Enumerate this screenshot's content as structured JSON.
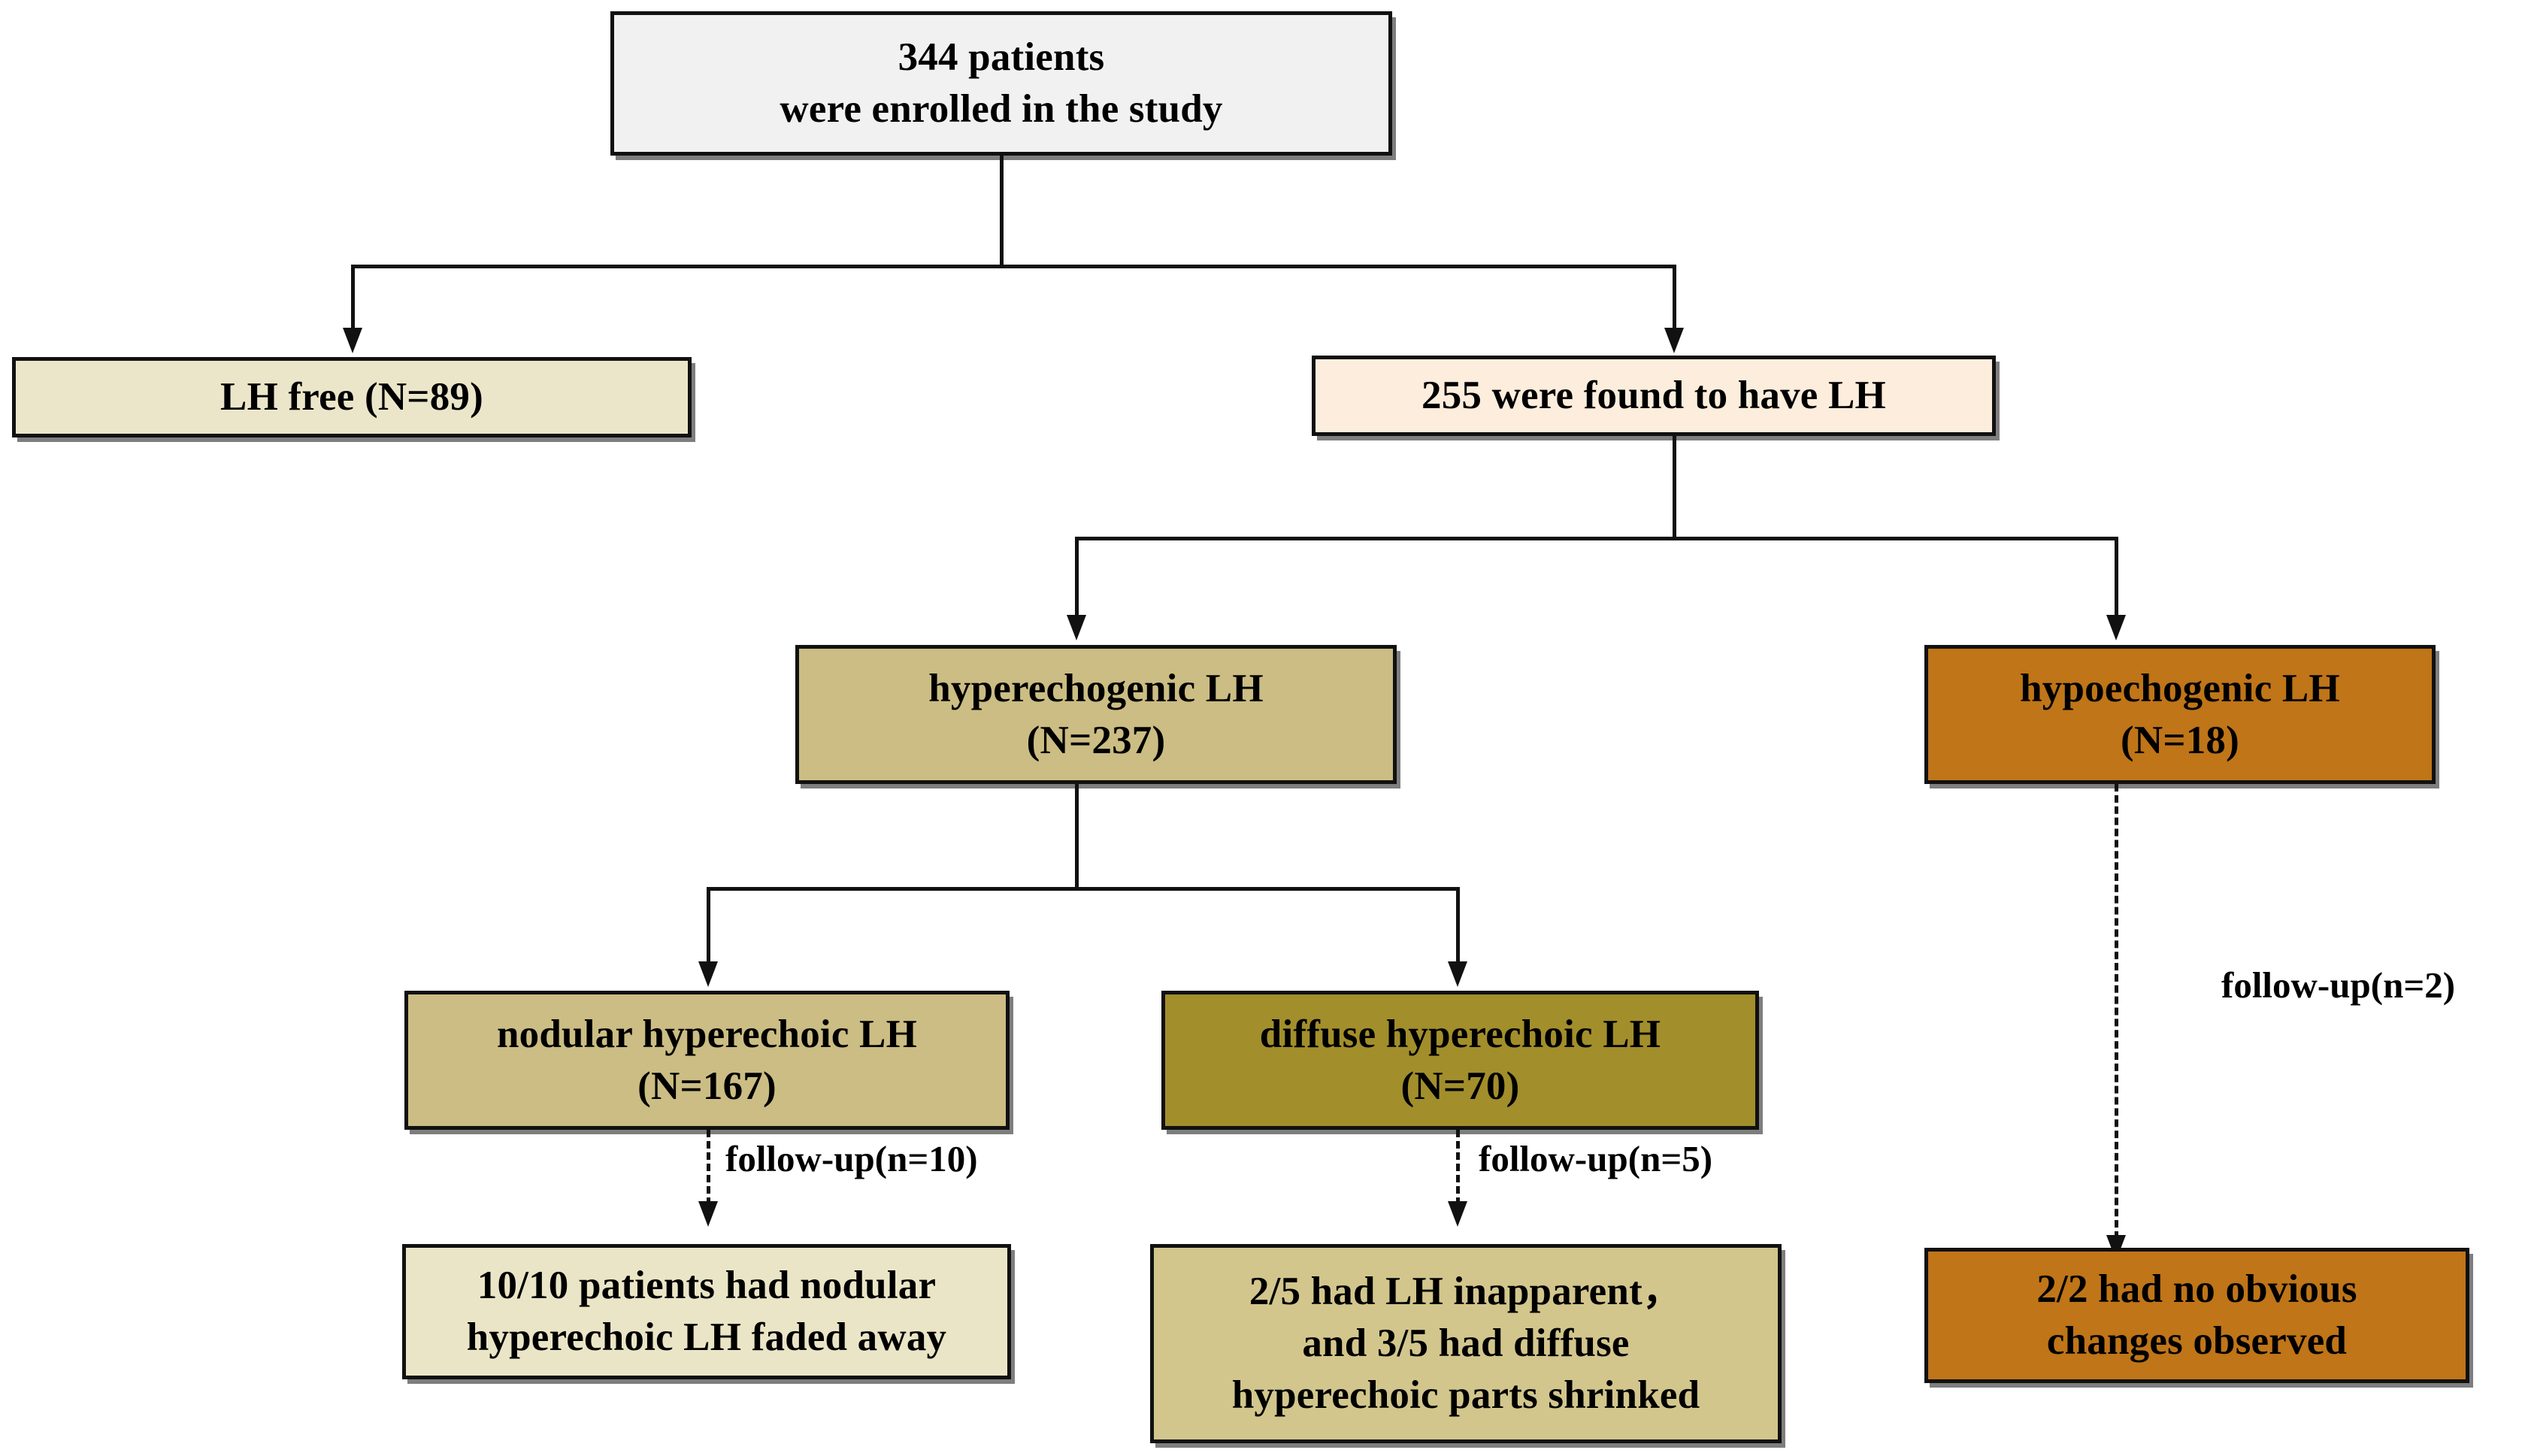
{
  "figure": {
    "kind": "study-flow-diagram",
    "background": "#ffffff"
  },
  "nodes": {
    "root": {
      "label": "344 patients\nwere enrolled in the study",
      "color": "#f1f1f1"
    },
    "lh_free": {
      "label": "LH  free (N=89)",
      "color": "#ebe6ca"
    },
    "lh_found": {
      "label": "255 were found to have LH",
      "color": "#fdeddc"
    },
    "hyperechogenic": {
      "label": "hyperechogenic LH\n(N=237)",
      "color": "#cbbd83"
    },
    "hypoechogenic": {
      "label": "hypoechogenic  LH\n(N=18)",
      "color": "#bf7518"
    },
    "nodular": {
      "label": "nodular hyperechoic LH\n(N=167)",
      "color": "#cbbd83"
    },
    "diffuse": {
      "label": "diffuse hyperechoic LH\n(N=70)",
      "color": "#a28e2b"
    },
    "result_nodular": {
      "label": "10/10 patients had nodular\nhyperechoic LH faded away",
      "color": "#eae5c6"
    },
    "result_diffuse": {
      "label": "2/5 had LH inapparent，\nand 3/5 had diffuse\nhyperechoic parts shrinked",
      "color": "#d2c68d"
    },
    "result_hypo": {
      "label": "2/2 had no obvious\nchanges observed",
      "color": "#bf7518"
    }
  },
  "edge_labels": {
    "followup_nodular": "follow-up(n=10)",
    "followup_diffuse": "follow-up(n=5)",
    "followup_hypo": "follow-up(n=2)"
  }
}
